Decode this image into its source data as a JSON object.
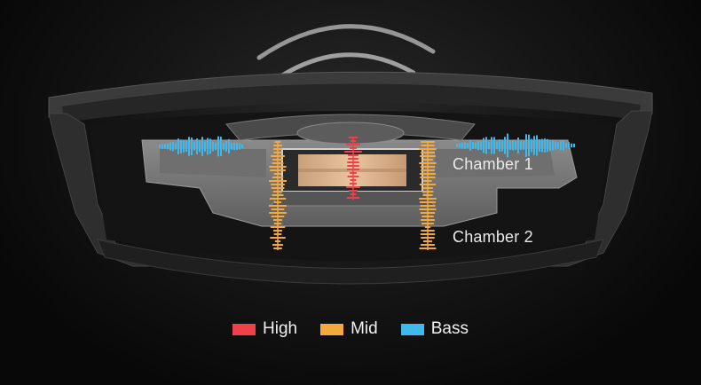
{
  "labels": {
    "chamber1": "Chamber 1",
    "chamber2": "Chamber 2"
  },
  "legend": [
    {
      "label": "High",
      "color": "#f2404b"
    },
    {
      "label": "Mid",
      "color": "#f5a93c"
    },
    {
      "label": "Bass",
      "color": "#3fb9ec"
    }
  ],
  "colors": {
    "high": "#f2404b",
    "mid": "#f5a93c",
    "bass": "#3fb9ec"
  }
}
